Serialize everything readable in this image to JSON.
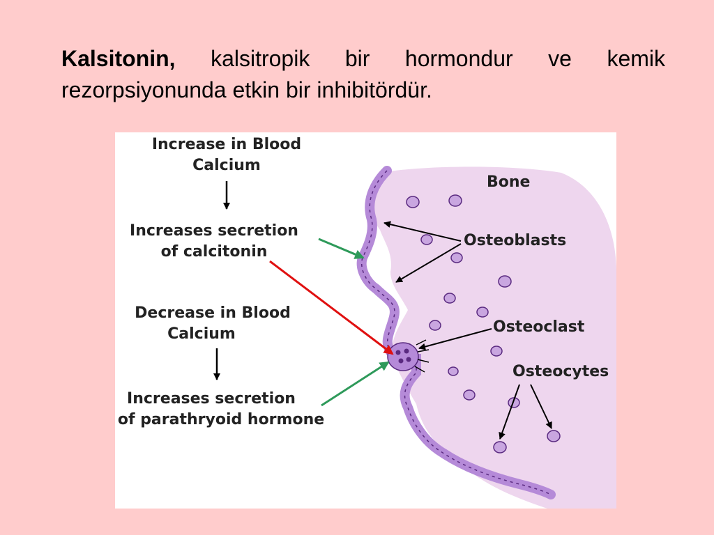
{
  "slide": {
    "term": "Kalsitonin,",
    "text": "kalsitropik bir hormondur ve kemik rezorpsiyonunda etkin bir inhibitördür."
  },
  "diagram": {
    "flow": {
      "step1_line1": "Increase in Blood",
      "step1_line2": "Calcium",
      "step2_line1": "Increases secretion",
      "step2_line2": "of calcitonin",
      "step3_line1": "Decrease in Blood",
      "step3_line2": "Calcium",
      "step4_line1": "Increases secretion",
      "step4_line2": "of parathryoid hormone"
    },
    "labels": {
      "bone": "Bone",
      "osteoblasts": "Osteoblasts",
      "osteoclast": "Osteoclast",
      "osteocytes": "Osteocytes"
    },
    "colors": {
      "bone_fill": "#eed6ee",
      "cell_fill": "#b58ad8",
      "cell_stroke": "#5a2a80",
      "calcitonin_arrow": "#e01010",
      "pth_arrow": "#2e9a5a"
    }
  }
}
